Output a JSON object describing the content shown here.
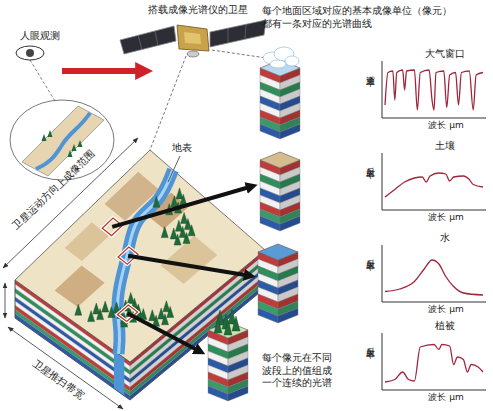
{
  "diagram": {
    "nodes": [
      {
        "text": [
          "大气窗口",
          "穿透率",
          "波长 μm"
        ]
      },
      {
        "text": [
          "土壤",
          "反射率",
          "波长 μm"
        ]
      },
      {
        "text": [
          "水",
          "反射率",
          "波长 μm"
        ]
      },
      {
        "text": [
          "植被",
          "反射率",
          "波长 μm"
        ]
      }
    ],
    "labels": [
      "搭载成像光谱仪的卫星",
      "每个地面区域对应的基本成像单位（像元） 都有一条对应的光谱曲线",
      "人眼观测",
      "地表",
      "卫星运动方向上成像范围",
      "卫星推扫带宽",
      "每个像元在不同 波段上的值组成 一个连续的光谱"
    ]
  }
}
